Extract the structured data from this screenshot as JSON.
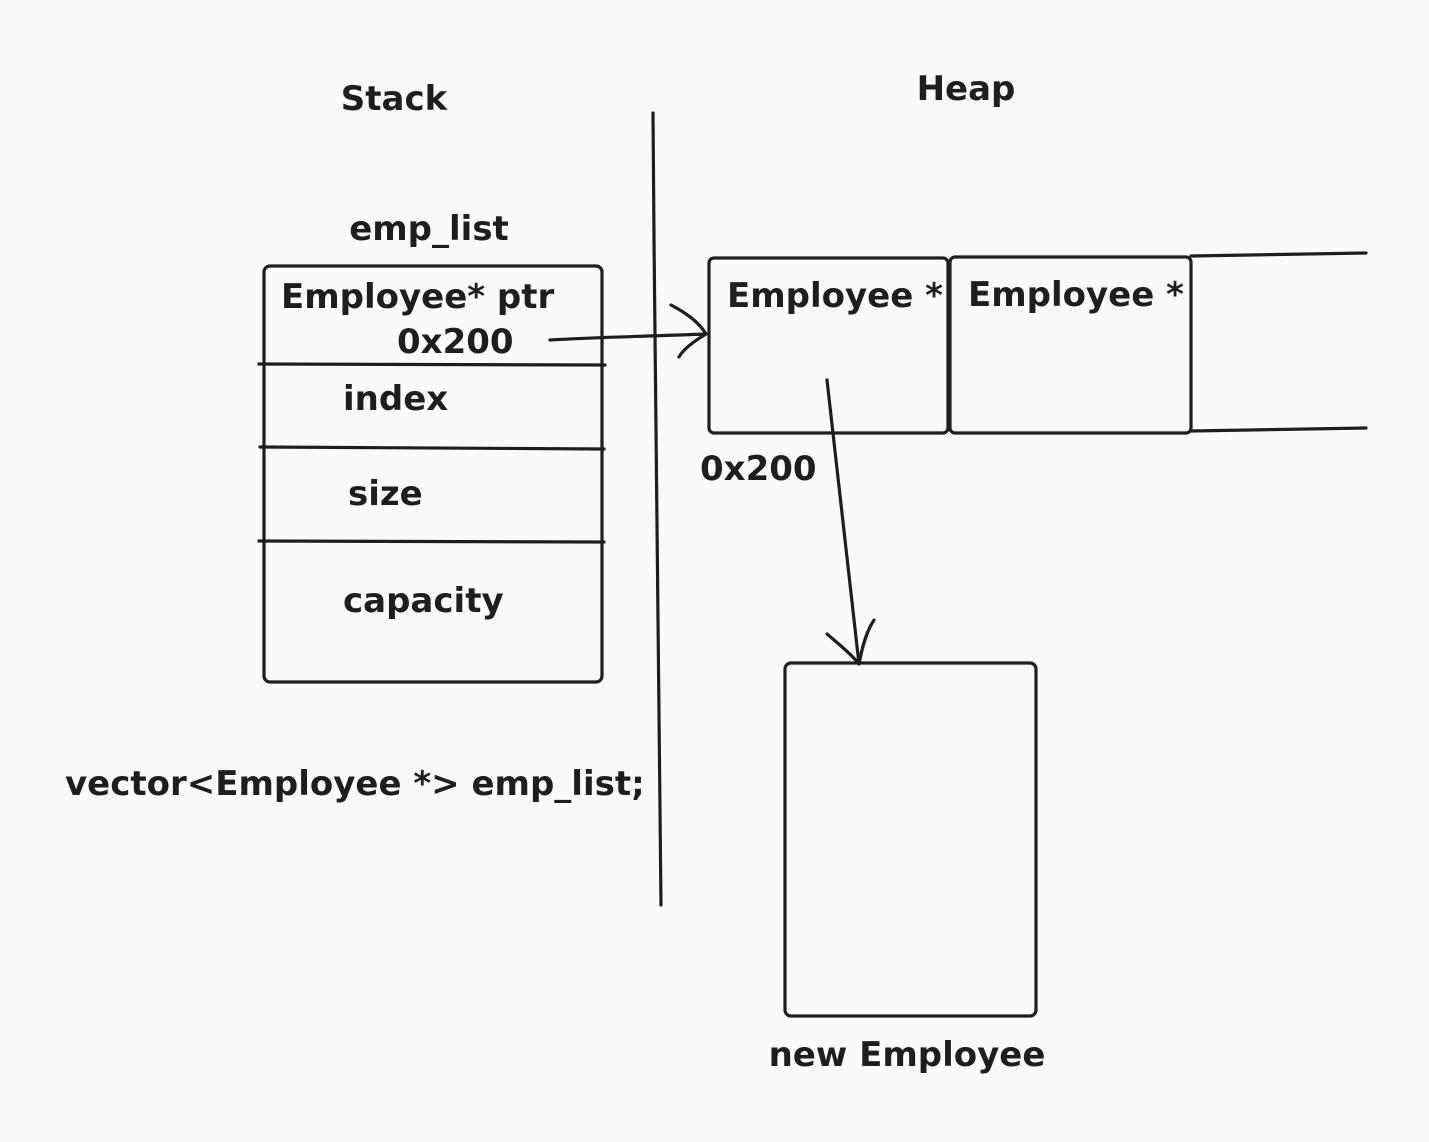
{
  "labels": {
    "stack": "Stack",
    "heap": "Heap",
    "vector_name": "emp_list",
    "declaration": "vector<Employee *> emp_list;"
  },
  "vector_struct": {
    "ptr_label": "Employee* ptr",
    "ptr_value": "0x200",
    "index": "index",
    "size": "size",
    "capacity": "capacity"
  },
  "heap_array": {
    "cells": [
      "Employee *",
      "Employee *"
    ],
    "address": "0x200"
  },
  "heap_object": {
    "label": "new Employee"
  },
  "colors": {
    "background": "#f9fafc",
    "ink": "#1e1e1e"
  }
}
